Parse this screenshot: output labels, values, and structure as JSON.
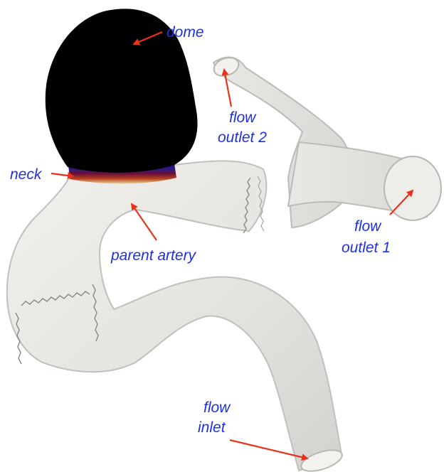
{
  "labels": {
    "dome": "dome",
    "neck": "neck",
    "parent_artery": "parent artery",
    "flow_outlet_2_line1": "flow",
    "flow_outlet_2_line2": "outlet 2",
    "flow_outlet_1_line1": "flow",
    "flow_outlet_1_line2": "outlet 1",
    "flow_inlet_line1": "flow",
    "flow_inlet_line2": "inlet"
  },
  "colors": {
    "label_text": "#1f2fe6",
    "arrow": "#e8321c",
    "vessel_fill": "#e6e5e2",
    "vessel_edge": "#b9b7b3",
    "aneurysm_dome": "#000000",
    "neck_band": [
      "#1a1a8c",
      "#3a1070",
      "#8c1a1a",
      "#c8641e",
      "#e6c878"
    ]
  }
}
